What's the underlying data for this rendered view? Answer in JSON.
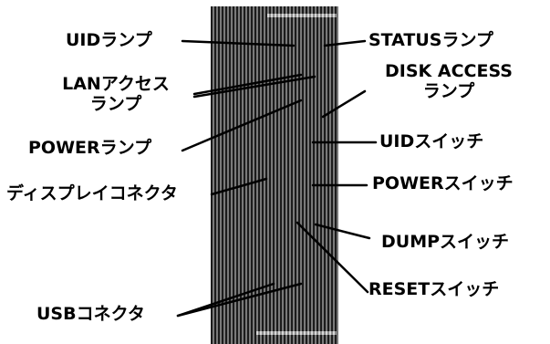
{
  "labels": {
    "uid_lamp": "UIDランプ",
    "lan_access_lamp_line1": "LANアクセス",
    "lan_access_lamp_line2": "ランプ",
    "power_lamp": "POWERランプ",
    "display_connector": "ディスプレイコネクタ",
    "usb_connector": "USBコネクタ",
    "status_lamp": "STATUSランプ",
    "disk_access_lamp_line1": "DISK ACCESS",
    "disk_access_lamp_line2": "ランプ",
    "uid_switch": "UIDスイッチ",
    "power_switch": "POWERスイッチ",
    "dump_switch": "DUMPスイッチ",
    "reset_switch": "RESETスイッチ"
  },
  "colors": {
    "panel_dark": "#1c1c1c",
    "panel_light": "#7a7a7a",
    "text": "#000000",
    "background": "#ffffff"
  }
}
